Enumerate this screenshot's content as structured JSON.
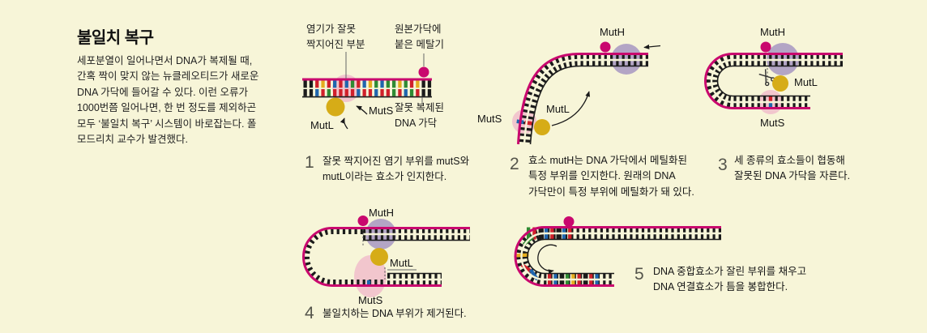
{
  "colors": {
    "background": "#f7f5d8",
    "backbone_magenta": "#c9086e",
    "methyl_dot": "#c9086e",
    "mutl_yellow": "#d6ac17",
    "highlight_pink": "#f2c6cd",
    "highlight_purple": "#b3a5c5",
    "tick_black": "#1b1b1b",
    "tick_red": "#d0202a",
    "tick_blue": "#1f66ae",
    "tick_green": "#2f8b33",
    "tick_yellow": "#e5ad1e"
  },
  "intro": {
    "title": "불일치 복구",
    "body": "세포분열이 일어나면서 DNA가 복제될 때,\n간혹 짝이 맞지 않는 뉴클레오티드가 새로운\nDNA 가닥에 들어갈 수 있다. 이런 오류가\n1000번쯤 일어나면, 한 번 정도를 제외하곤\n모두 ‘불일치 복구’ 시스템이 바로잡는다. 폴\n모드리치 교수가 발견했다."
  },
  "steps": [
    {
      "num": "1",
      "text": "잘못 짝지어진 염기 부위를 mutS와\nmutL이라는 효소가 인지한다."
    },
    {
      "num": "2",
      "text": "효소 mutH는 DNA 가닥에서 메틸화된\n특정 부위를 인지한다. 원래의 DNA\n가닥만이 특정 부위에 메틸화가 돼 있다."
    },
    {
      "num": "3",
      "text": "세 종류의 효소들이 협동해\n잘못된 DNA 가닥을 자른다."
    },
    {
      "num": "4",
      "text": "불일치하는 DNA 부위가 제거된다."
    },
    {
      "num": "5",
      "text": "DNA 중합효소가 잘린 부위를 채우고\nDNA 연결효소가 틈을 봉합한다."
    }
  ],
  "panel1": {
    "label_mismatch": "염기가 잘못\n짝지어진 부분",
    "label_methyl": "원본가닥에\n붙은 메탈기",
    "label_muts": "MutS",
    "label_mutl": "MutL",
    "label_copied": "잘못 복제된\nDNA 가닥",
    "ticks_top": [
      "k",
      "k",
      "r",
      "y",
      "r",
      "b",
      "r",
      "b",
      "g",
      "r",
      "b",
      "y",
      "g",
      "b",
      "g",
      "g",
      "y",
      "g",
      "r",
      "y",
      "k",
      "k"
    ],
    "ticks_bottom": [
      "k",
      "k",
      "b",
      "r",
      "g",
      "r",
      "r",
      "r",
      "r",
      "b",
      "r",
      "r",
      "b",
      "r",
      "r",
      "g",
      "r",
      "b",
      "g",
      "r",
      "k",
      "k"
    ]
  },
  "panel2": {
    "label_muth": "MutH",
    "label_muts": "MutS",
    "label_mutl": "MutL"
  },
  "panel3": {
    "label_muth": "MutH",
    "label_muts": "MutS",
    "label_mutl": "MutL"
  },
  "panel4": {
    "label_muth": "MutH",
    "label_muts": "MutS",
    "label_mutl": "MutL"
  },
  "panel5": {
    "ticks_top": [
      "g",
      "r",
      "k",
      "b",
      "r",
      "k",
      "b",
      "r"
    ],
    "ticks_bottom": [
      "r",
      "b",
      "k",
      "g",
      "y",
      "r",
      "k",
      "r",
      "b"
    ]
  }
}
